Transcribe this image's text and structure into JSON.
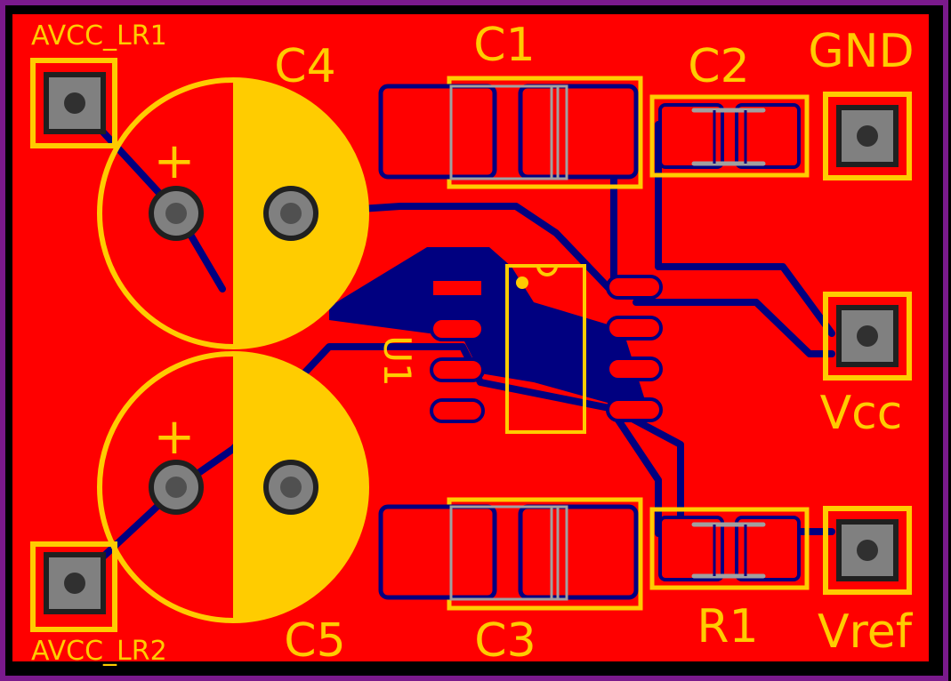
{
  "colors": {
    "background": "#000000",
    "board_outline": "#7a1a8c",
    "copper_top": "#ff0000",
    "copper_bottom": "#000080",
    "silkscreen": "#ffcc00",
    "pad_drill": "#808080",
    "pad_outline": "#202020",
    "courtyard": "#a0a0a0"
  },
  "labels": {
    "avcc_lr1": "AVCC_LR1",
    "avcc_lr2": "AVCC_LR2",
    "c1": "C1",
    "c2": "C2",
    "c3": "C3",
    "c4": "C4",
    "c5": "C5",
    "r1": "R1",
    "u1": "U1",
    "gnd": "GND",
    "vcc": "Vcc",
    "vref": "Vref",
    "plus_c4": "+",
    "plus_c5": "+"
  }
}
